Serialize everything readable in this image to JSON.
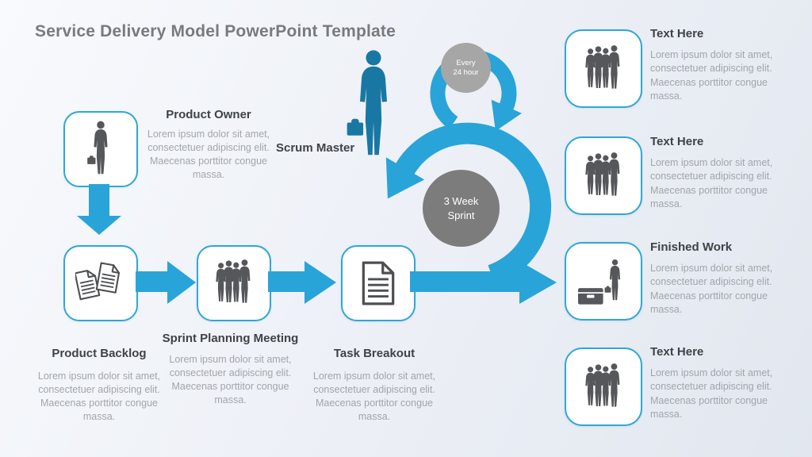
{
  "slide": {
    "title": "Service Delivery Model PowerPoint Template"
  },
  "flow": {
    "product_owner": {
      "title": "Product Owner",
      "body": "Lorem ipsum dolor sit amet, consectetuer adipiscing elit. Maecenas porttitor congue massa."
    },
    "product_backlog": {
      "title": "Product Backlog",
      "body": "Lorem ipsum dolor sit amet, consectetuer adipiscing elit. Maecenas porttitor congue massa."
    },
    "sprint_planning": {
      "title": "Sprint Planning Meeting",
      "body": "Lorem ipsum dolor sit amet, consectetuer adipiscing elit. Maecenas porttitor congue massa."
    },
    "task_breakout": {
      "title": "Task Breakout",
      "body": "Lorem ipsum dolor sit amet, consectetuer adipiscing elit. Maecenas porttitor congue massa."
    }
  },
  "scrum": {
    "master_label": "Scrum Master",
    "daily_circle": {
      "line1": "Every",
      "line2": "24 hour"
    },
    "sprint_circle": {
      "line1": "3 Week",
      "line2": "Sprint"
    }
  },
  "outputs": [
    {
      "title": "Text Here",
      "body": "Lorem ipsum dolor sit amet, consectetuer adipiscing elit. Maecenas porttitor congue massa."
    },
    {
      "title": "Text Here",
      "body": "Lorem ipsum dolor sit amet, consectetuer adipiscing elit. Maecenas porttitor congue massa."
    },
    {
      "title": "Finished Work",
      "body": "Lorem ipsum dolor sit amet, consectetuer adipiscing elit. Maecenas porttitor congue massa."
    },
    {
      "title": "Text Here",
      "body": "Lorem ipsum dolor sit amet, consectetuer adipiscing elit. Maecenas porttitor congue massa."
    }
  ],
  "colors": {
    "accent_blue": "#29A4D9",
    "scrum_silhouette_blue": "#1878A3",
    "icon_gray": "#55575A",
    "daily_circle_gray": "#A6A6A6",
    "sprint_circle_gray": "#7C7C7C",
    "heading_text": "#3F4347",
    "body_text": "#A2A6AA",
    "title_text": "#797A7D",
    "background": "#EEF1F6"
  }
}
